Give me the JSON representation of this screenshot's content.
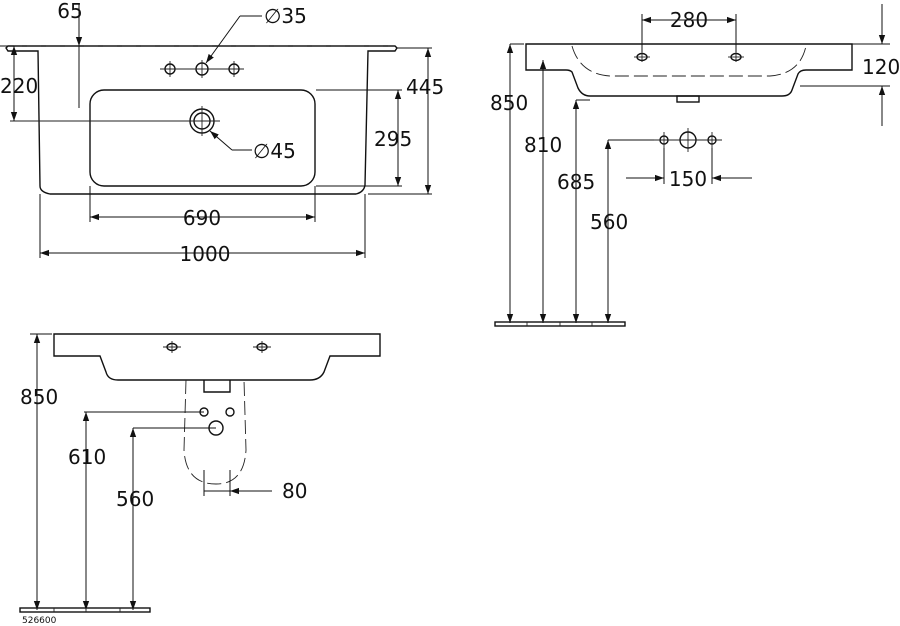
{
  "labels": {
    "top_view": {
      "offset": "65",
      "tap_hole": "∅35",
      "left_height": "220",
      "right_height": "445",
      "bowl_height": "295",
      "waste": "∅45",
      "bowl_width": "690",
      "total_width": "1000"
    },
    "side_view": {
      "hole_spacing": "280",
      "depth": "120",
      "total_height": "850",
      "h810": "810",
      "h685": "685",
      "h560": "560",
      "spacing150": "150"
    },
    "front_view": {
      "total_height": "850",
      "h610": "610",
      "h560": "560",
      "spacing80": "80"
    },
    "code": "526600"
  }
}
